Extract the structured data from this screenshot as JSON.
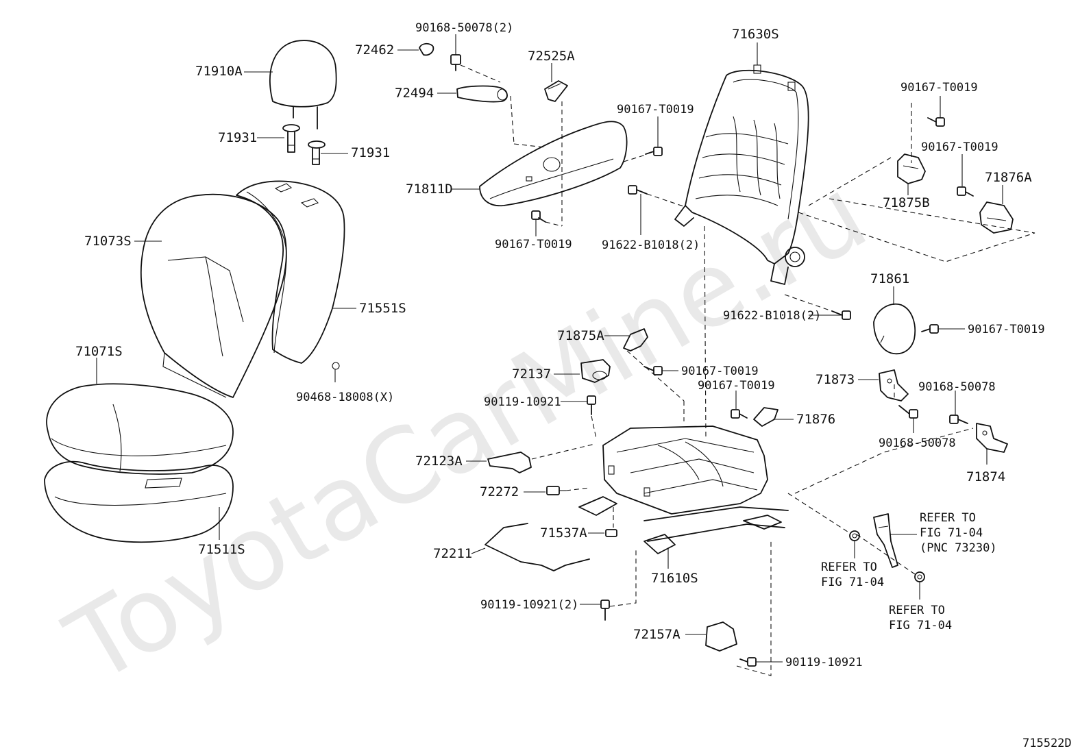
{
  "watermark": "ToyotaCarMine.ru",
  "figure_id": "715522D",
  "labels": {
    "p71910A": "71910A",
    "p71931a": "71931",
    "p71931b": "71931",
    "p71073S": "71073S",
    "p71551S": "71551S",
    "p71071S": "71071S",
    "p71511S": "71511S",
    "p90468": "90468-18008(X)",
    "p90168top": "90168-50078(2)",
    "p72462": "72462",
    "p72525A": "72525A",
    "p72494": "72494",
    "p90167a": "90167-T0019",
    "p71811D": "71811D",
    "p90167b": "90167-T0019",
    "p71630S": "71630S",
    "p91622a": "91622-B1018(2)",
    "p91622b": "91622-B1018(2)",
    "p90167c": "90167-T0019",
    "p90167d": "90167-T0019",
    "p71876A": "71876A",
    "p71875B": "71875B",
    "p71861": "71861",
    "p90167e": "90167-T0019",
    "p71875A": "71875A",
    "p90167f": "90167-T0019",
    "p72137": "72137",
    "p90167g": "90167-T0019",
    "p71873": "71873",
    "p90168a": "90168-50078",
    "p90119a": "90119-10921",
    "p71876": "71876",
    "p90168b": "90168-50078",
    "p72123A": "72123A",
    "p71874": "71874",
    "p72272": "72272",
    "p71537A": "71537A",
    "p72211": "72211",
    "p71610S": "71610S",
    "p90119b": "90119-10921(2)",
    "p72157A": "72157A",
    "p90119c": "90119-10921",
    "refer1": [
      "REFER TO",
      "FIG 71-04",
      "(PNC 73230)"
    ],
    "refer2": [
      "REFER TO",
      "FIG 71-04"
    ],
    "refer3": [
      "REFER TO",
      "FIG 71-04"
    ]
  }
}
